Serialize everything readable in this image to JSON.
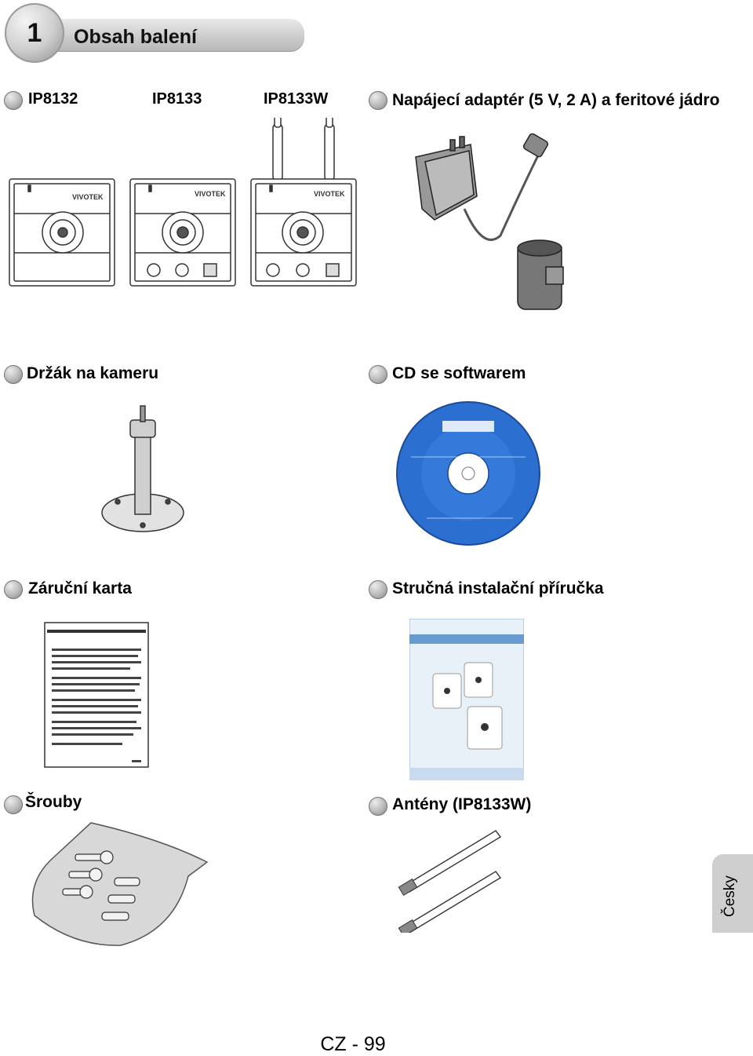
{
  "header": {
    "number": "1",
    "title": "Obsah balení"
  },
  "items": {
    "cameras": {
      "models": [
        "IP8132",
        "IP8133",
        "IP8133W"
      ]
    },
    "adapter": {
      "label": "Napájecí adaptér (5 V, 2 A) a feritové jádro"
    },
    "stand": {
      "label": "Držák na kameru"
    },
    "cd": {
      "label": "CD se softwarem"
    },
    "warranty": {
      "label": "Záruční karta"
    },
    "guide": {
      "label": "Stručná instalační příručka"
    },
    "screws": {
      "label": "Šrouby"
    },
    "antennas": {
      "label": "Antény (IP8133W)"
    }
  },
  "footer": {
    "page": "CZ - 99"
  },
  "language_tab": {
    "label": "Česky"
  }
}
